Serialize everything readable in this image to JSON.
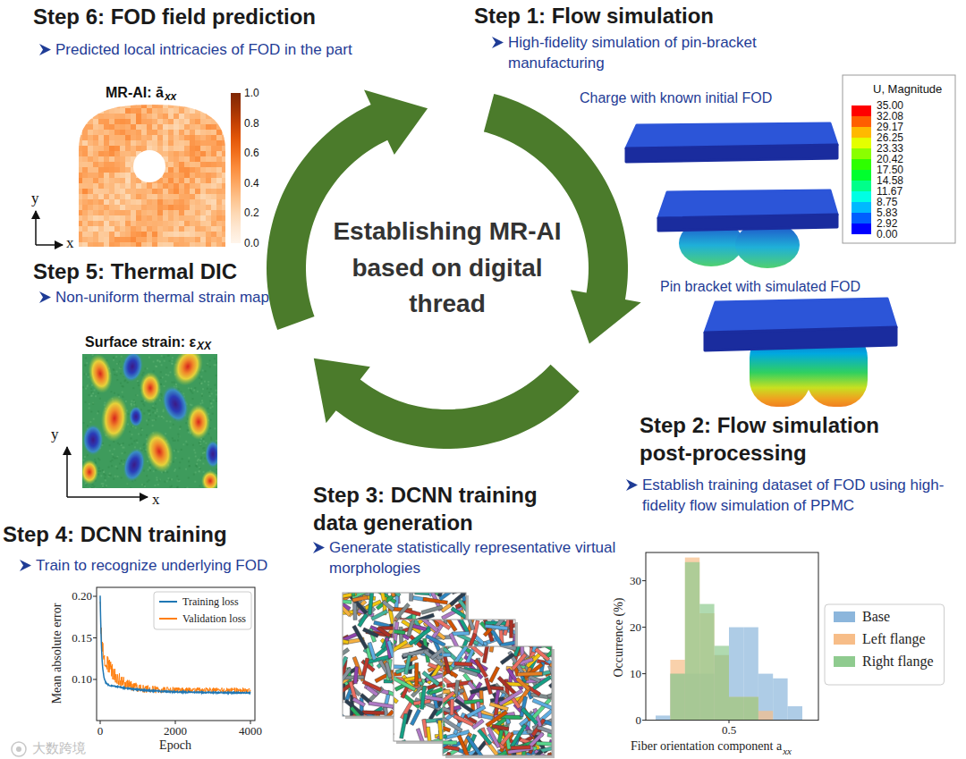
{
  "diagram": {
    "nodes": [
      {
        "text": [
          "Establishing MR-AI based on digital thread"
        ]
      }
    ],
    "labels": [
      "Step 6: FOD field prediction",
      "Predicted local intricacies of FOD in the part",
      "MR-AI: ā",
      "xx",
      "1.0",
      "0.8",
      "0.6",
      "0.4",
      "0.2",
      "0.0",
      "y",
      "x",
      "Step 5: Thermal DIC",
      "Non-uniform thermal strain maps",
      "Surface strain: ε",
      "XX",
      "y",
      "x",
      "Step 4: DCNN training",
      "Train to recognize underlying FOD",
      "0.20",
      "0.15",
      "0.10",
      "0",
      "2000",
      "4000",
      "Epoch",
      "Mean absolute error",
      "Step 3: DCNN training data generation",
      "Generate statistically representative virtual morphologies",
      "Step 2: Flow simulation post-processing",
      "Establish training dataset of FOD using high-fidelity flow simulation of PPMC",
      "30",
      "20",
      "10",
      "0",
      "0.5",
      "Occurrence (%)",
      "Fiber orientation component a",
      "xx",
      "Step 1: Flow simulation",
      "High-fidelity simulation of pin-bracket manufacturing",
      "Charge with known initial FOD",
      "Pin bracket with simulated FOD",
      "U, Magnitude",
      "35.00",
      "32.08",
      "29.17",
      "26.25",
      "23.33",
      "20.42",
      "17.50",
      "14.58",
      "11.67",
      "8.75",
      "5.83",
      "2.92",
      "0.00",
      "大数跨境"
    ],
    "legend": [
      {
        "text": "Training loss"
      },
      {
        "text": "Validation loss"
      },
      {
        "text": "Base",
        "color": "#8cb6dc"
      },
      {
        "text": "Left flange",
        "color": "#f7bd88"
      },
      {
        "text": "Right flange",
        "color": "#8fcb8f"
      }
    ]
  }
}
